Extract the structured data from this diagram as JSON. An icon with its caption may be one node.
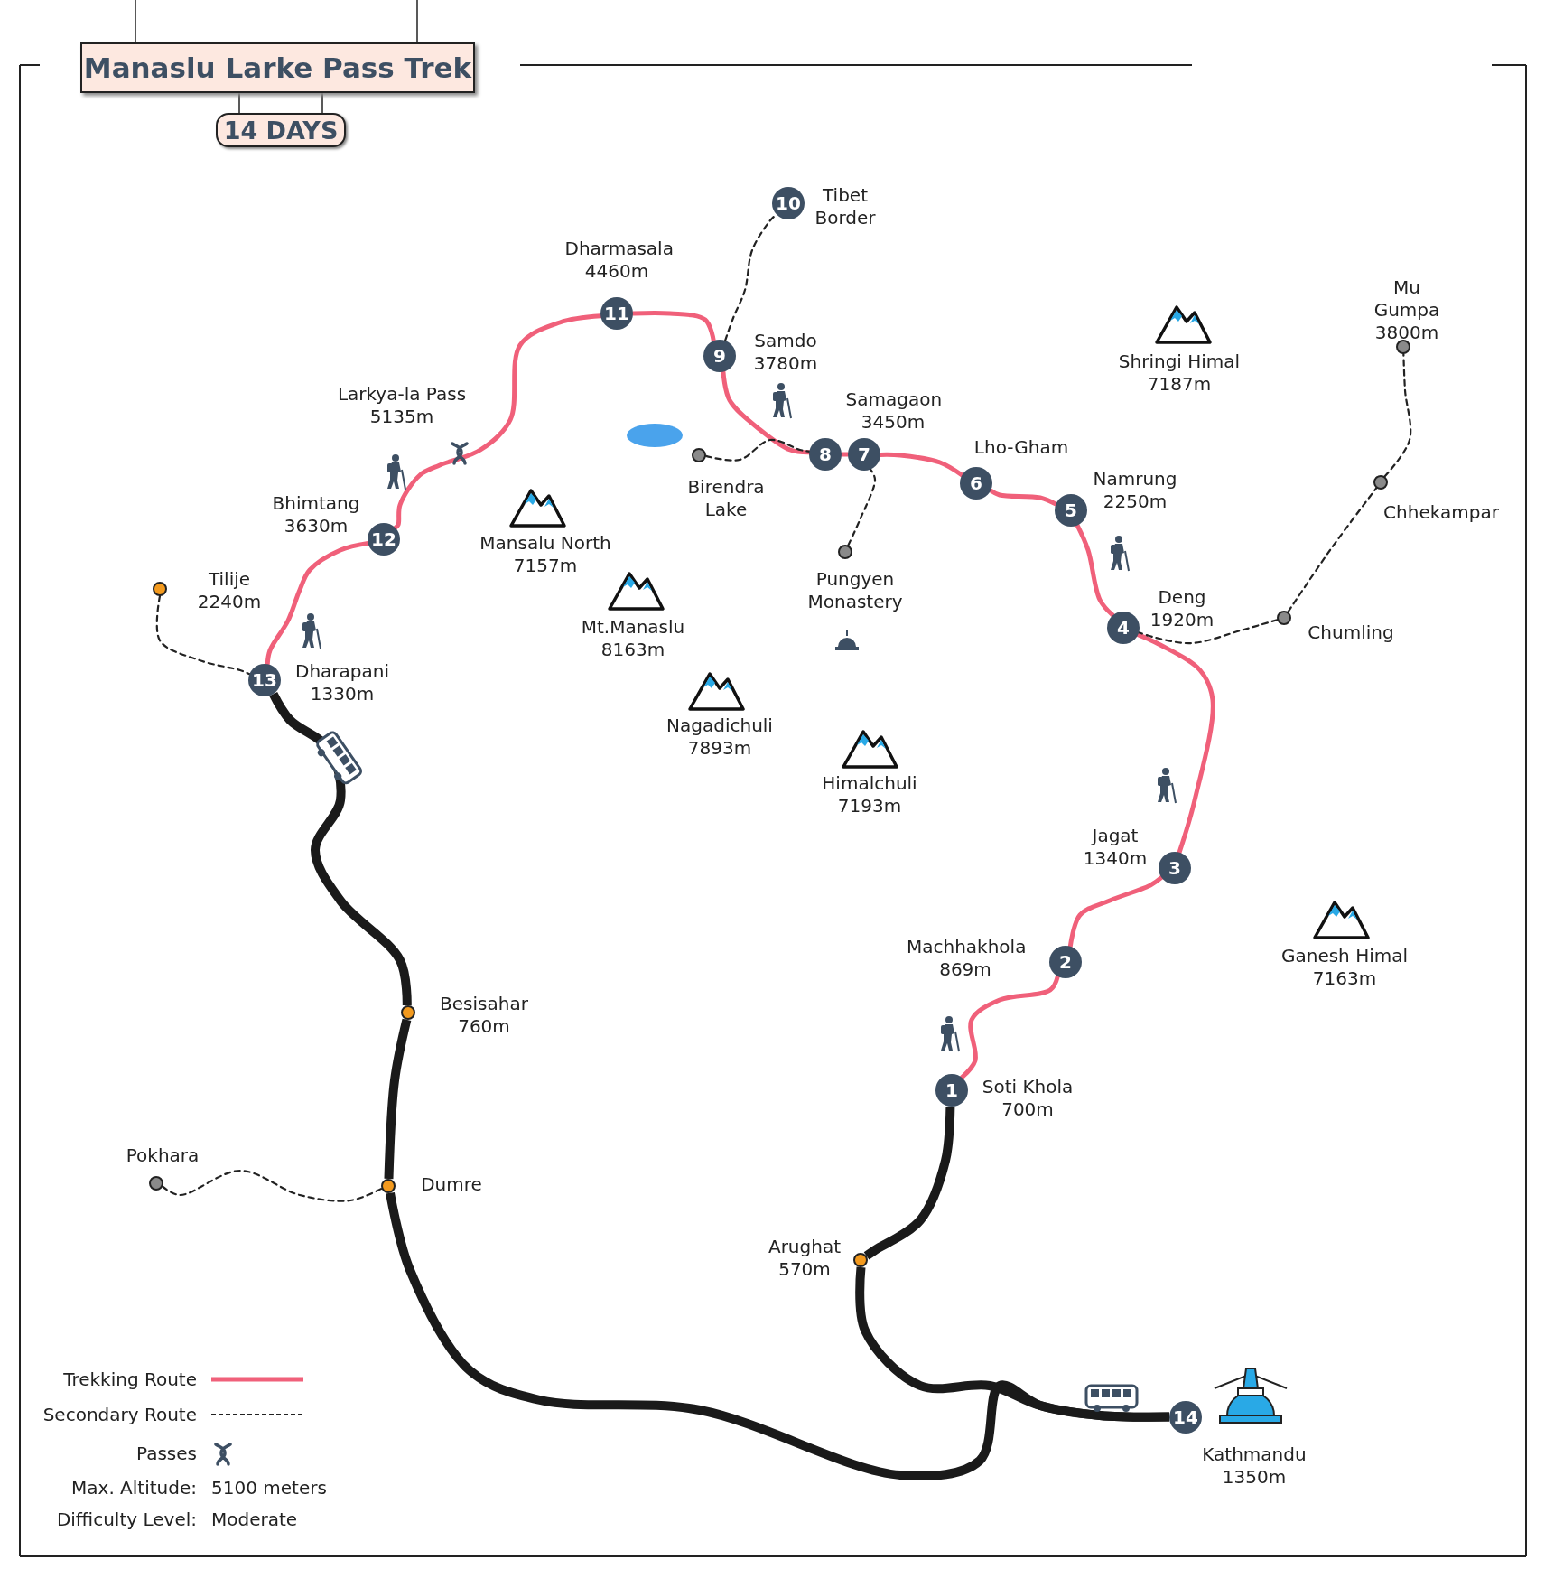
{
  "diagram": {
    "title": "Manaslu Larke Pass Trek",
    "nodes": [
      {
        "text": [
          "1"
        ],
        "beside": [
          "Soti Khola 700m"
        ]
      },
      {
        "text": [
          "2"
        ],
        "beside": [
          "Machhakhola 869m"
        ]
      },
      {
        "text": [
          "3"
        ],
        "beside": [
          "Jagat 1340m"
        ]
      },
      {
        "text": [
          "4"
        ],
        "beside": [
          "Deng 1920m"
        ]
      },
      {
        "text": [
          "5"
        ],
        "beside": [
          "Namrung 2250m"
        ]
      },
      {
        "text": [
          "6"
        ],
        "beside": [
          "Lho-Gham"
        ]
      },
      {
        "text": [
          "7"
        ],
        "beside": [
          "Samagaon 3450m"
        ]
      },
      {
        "text": [
          "8"
        ]
      },
      {
        "text": [
          "9"
        ],
        "beside": [
          "Samdo 3780m"
        ]
      },
      {
        "text": [
          "10"
        ],
        "beside": [
          "Tibet Border"
        ]
      },
      {
        "text": [
          "11"
        ],
        "beside": [
          "Dharmasala 4460m"
        ]
      },
      {
        "text": [
          "12"
        ],
        "beside": [
          "Bhimtang 3630m"
        ]
      },
      {
        "text": [
          "13"
        ],
        "beside": [
          "Dharapani 1330m"
        ]
      },
      {
        "text": [
          "14"
        ],
        "beside": [
          "Kathmandu 1350m"
        ]
      },
      {
        "text": [],
        "shape": "circle",
        "beside": [
          "Tilije 2240m"
        ]
      },
      {
        "text": [],
        "shape": "circle",
        "beside": [
          "Besisahar 760m"
        ]
      },
      {
        "text": [],
        "shape": "circle",
        "beside": [
          "Dumre"
        ]
      },
      {
        "text": [],
        "shape": "circle",
        "beside": [
          "Arughat 570m"
        ]
      },
      {
        "text": [],
        "shape": "circle",
        "beside": [
          "Pokhara"
        ]
      },
      {
        "text": [],
        "shape": "circle",
        "beside": [
          "Birendra Lake"
        ]
      },
      {
        "text": [],
        "shape": "circle",
        "beside": [
          "Pungyen Monastery"
        ]
      },
      {
        "text": [],
        "shape": "circle",
        "beside": [
          "Mu Gumpa 3800m"
        ]
      },
      {
        "text": [],
        "shape": "circle",
        "beside": [
          "Chhekampar"
        ]
      },
      {
        "text": [],
        "shape": "circle",
        "beside": [
          "Chumling"
        ]
      }
    ],
    "edges": [
      {
        "from": 0,
        "to": 1,
        "arrow": "none"
      },
      {
        "from": 1,
        "to": 2,
        "arrow": "none"
      },
      {
        "from": 2,
        "to": 3,
        "arrow": "none"
      },
      {
        "from": 3,
        "to": 4,
        "arrow": "none"
      },
      {
        "from": 4,
        "to": 5,
        "arrow": "none"
      },
      {
        "from": 5,
        "to": 6,
        "arrow": "none"
      },
      {
        "from": 6,
        "to": 7,
        "arrow": "none"
      },
      {
        "from": 7,
        "to": 8,
        "arrow": "none"
      },
      {
        "from": 8,
        "to": 10,
        "arrow": "none"
      },
      {
        "from": 10,
        "to": 11,
        "arrow": "none"
      },
      {
        "from": 11,
        "to": 12,
        "arrow": "none"
      },
      {
        "from": 8,
        "to": 9,
        "arrow": "none",
        "style": "dashed",
        "color": "#222222"
      },
      {
        "from": 19,
        "to": 7,
        "arrow": "none",
        "style": "dashed",
        "color": "#222222"
      },
      {
        "from": 20,
        "to": 6,
        "arrow": "none",
        "style": "dashed",
        "color": "#222222"
      },
      {
        "from": 23,
        "to": 3,
        "arrow": "none",
        "style": "dashed",
        "color": "#222222"
      },
      {
        "from": 23,
        "to": 22,
        "arrow": "none",
        "style": "dashed",
        "color": "#222222"
      },
      {
        "from": 22,
        "to": 21,
        "arrow": "none",
        "style": "dashed",
        "color": "#222222"
      },
      {
        "from": 14,
        "to": 12,
        "arrow": "none",
        "style": "dashed",
        "color": "#222222"
      },
      {
        "from": 18,
        "to": 16,
        "arrow": "none",
        "style": "dashed",
        "color": "#222222"
      },
      {
        "from": 12,
        "to": 15,
        "arrow": "none",
        "style": "thick",
        "color": "#1a1a1a"
      },
      {
        "from": 15,
        "to": 16,
        "arrow": "none",
        "style": "thick",
        "color": "#1a1a1a"
      },
      {
        "from": 16,
        "to": 13,
        "arrow": "none",
        "style": "thick",
        "color": "#1a1a1a"
      },
      {
        "from": 0,
        "to": 17,
        "arrow": "none",
        "style": "thick",
        "color": "#1a1a1a"
      },
      {
        "from": 17,
        "to": 13,
        "arrow": "none",
        "style": "thick",
        "color": "#1a1a1a"
      }
    ],
    "labels": [
      "14 DAYS",
      "Larkya-la Pass 5135m",
      "Shringi Himal 7187m",
      "Mansalu North 7157m",
      "Mt.Manaslu 8163m",
      "Nagadichuli 7893m",
      "Himalchuli 7193m",
      "Ganesh Himal 7163m",
      "Max. Altitude:",
      "5100 meters",
      "Difficulty Level:",
      "Moderate"
    ],
    "legend": [
      {
        "text": "Trekking Route"
      },
      {
        "text": "Secondary Route"
      },
      {
        "text": "Passes"
      }
    ]
  }
}
